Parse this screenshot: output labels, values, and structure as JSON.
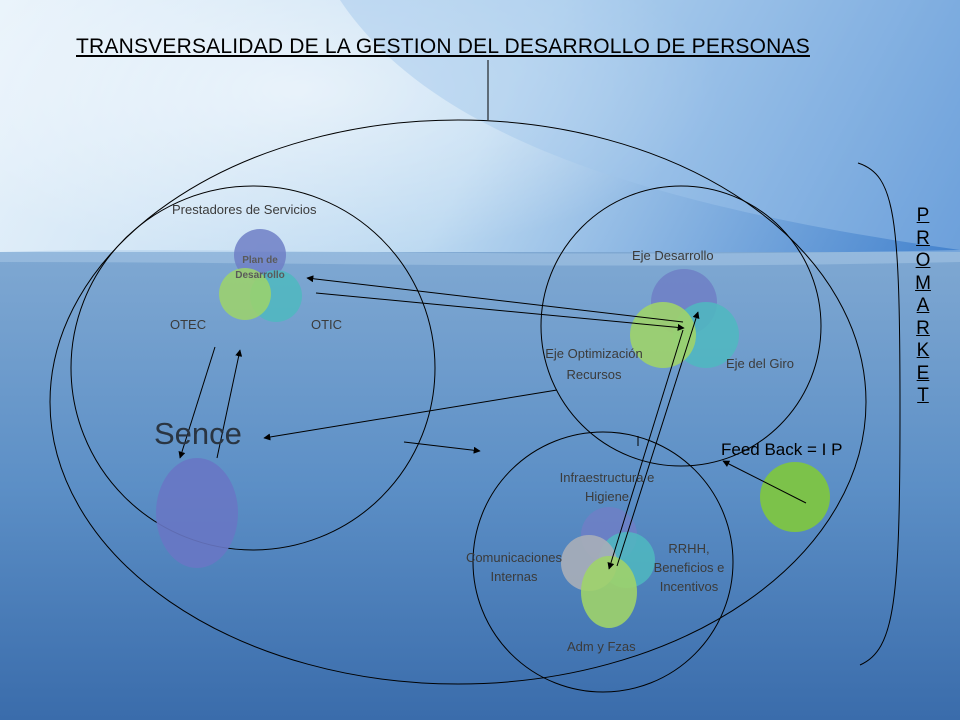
{
  "title": "TRANSVERSALIDAD DE LA GESTION DEL DESARROLLO DE PERSONAS",
  "groups": {
    "prestadores": {
      "label": "Prestadores de Servicios",
      "plan_label": "Plan de Desarrollo",
      "otec_label": "OTEC",
      "otic_label": "OTIC"
    },
    "ejes": {
      "desarrollo_label": "Eje Desarrollo",
      "optimizacion_label": "Eje Optimización Recursos",
      "giro_label": "Eje del Giro"
    },
    "areas": {
      "infraestructura_label": "Infraestructura e Higiene",
      "comunicaciones_label": "Comunicaciones Internas",
      "rrhh_label": "RRHH, Beneficios e Incentivos",
      "adm_label": "Adm y Fzas"
    }
  },
  "sence_label": "Sence",
  "feedback_label": "Feed Back = I P",
  "promarket_letters": [
    "P",
    "R",
    "O",
    "M",
    "A",
    "R",
    "K",
    "E",
    "T"
  ],
  "colors": {
    "blue_circle": "#6f7fc6",
    "teal_circle": "#4fb8c0",
    "green_circle": "#9ed36a",
    "gray_circle": "#a8aeb8",
    "feedback_circle": "#7cc24a"
  }
}
